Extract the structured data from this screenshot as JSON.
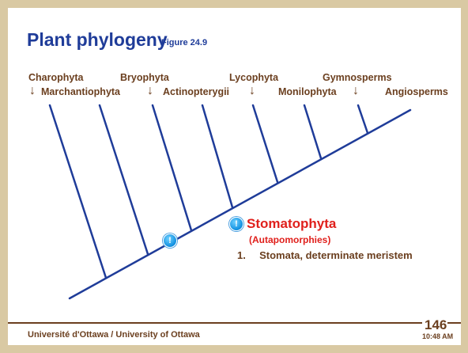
{
  "slide": {
    "title": "Plant phylogeny",
    "figure_ref": "Figure 24.9"
  },
  "taxa": {
    "charophyta": "Charophyta",
    "marchantiophyta": "Marchantiophyta",
    "bryophyta": "Bryophyta",
    "actinopterygii": "Actinopterygii",
    "lycophyta": "Lycophyta",
    "monilophyta": "Monilophyta",
    "gymnosperms": "Gymnosperms",
    "angiosperms": "Angiosperms"
  },
  "arrow_glyph": "↓",
  "callout": {
    "icon_glyph": "!",
    "clade": "Stomatophyta",
    "subtitle": "(Autapomorphies)",
    "item_number": "1.",
    "item_text": "Stomata, determinate meristem"
  },
  "footer": {
    "institution": "Université d'Ottawa / University of Ottawa",
    "slide_number": "146",
    "time": "10:48 AM"
  },
  "colors": {
    "title": "#1f3c99",
    "tree_lines": "#1f3c99",
    "taxon_labels": "#6b3f1f",
    "clade_label": "#e0201c",
    "frame": "#d9c9a3"
  }
}
